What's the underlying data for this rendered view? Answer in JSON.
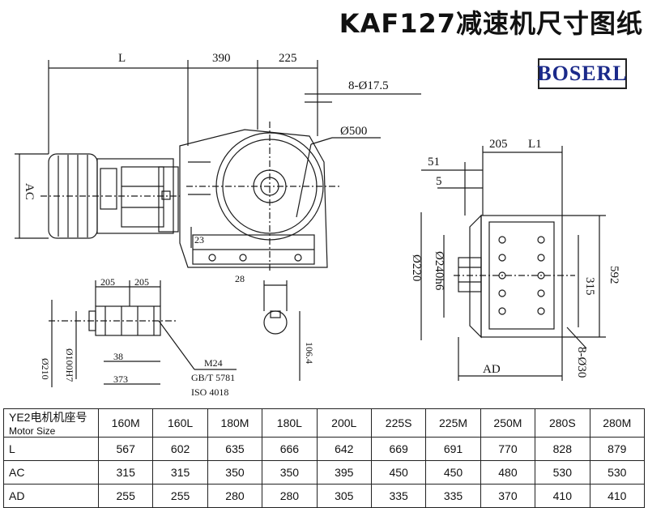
{
  "title": "KAF127减速机尺寸图纸",
  "logo": {
    "text": "BOSERL"
  },
  "labels": {
    "L": "L",
    "d390": "390",
    "d225": "225",
    "holes": "8-Ø17.5",
    "phi500": "Ø500",
    "AC": "AC",
    "d23": "23",
    "L1": "L1",
    "d205_top": "205",
    "d51": "51",
    "d5": "5",
    "phi220": "Ø220",
    "phi240": "Ø240h6",
    "d592": "592",
    "d315": "315",
    "holes2": "8-Ø30",
    "AD": "AD",
    "d205a": "205",
    "d205b": "205",
    "phi210": "Ø210",
    "phi100": "Ø100H7",
    "d38": "38",
    "d373": "373",
    "m24": "M24",
    "gbt": "GB/T 5781",
    "iso": "ISO 4018",
    "d28": "28",
    "d106": "106.4"
  },
  "table": {
    "header_label_line1": "YE2电机机座号",
    "header_label_line2": "Motor Size",
    "columns": [
      "160M",
      "160L",
      "180M",
      "180L",
      "200L",
      "225S",
      "225M",
      "250M",
      "280S",
      "280M"
    ],
    "rows": [
      {
        "name": "L",
        "values": [
          "567",
          "602",
          "635",
          "666",
          "642",
          "669",
          "691",
          "770",
          "828",
          "879"
        ]
      },
      {
        "name": "AC",
        "values": [
          "315",
          "315",
          "350",
          "350",
          "395",
          "450",
          "450",
          "480",
          "530",
          "530"
        ]
      },
      {
        "name": "AD",
        "values": [
          "255",
          "255",
          "280",
          "280",
          "305",
          "335",
          "335",
          "370",
          "410",
          "410"
        ]
      }
    ]
  }
}
